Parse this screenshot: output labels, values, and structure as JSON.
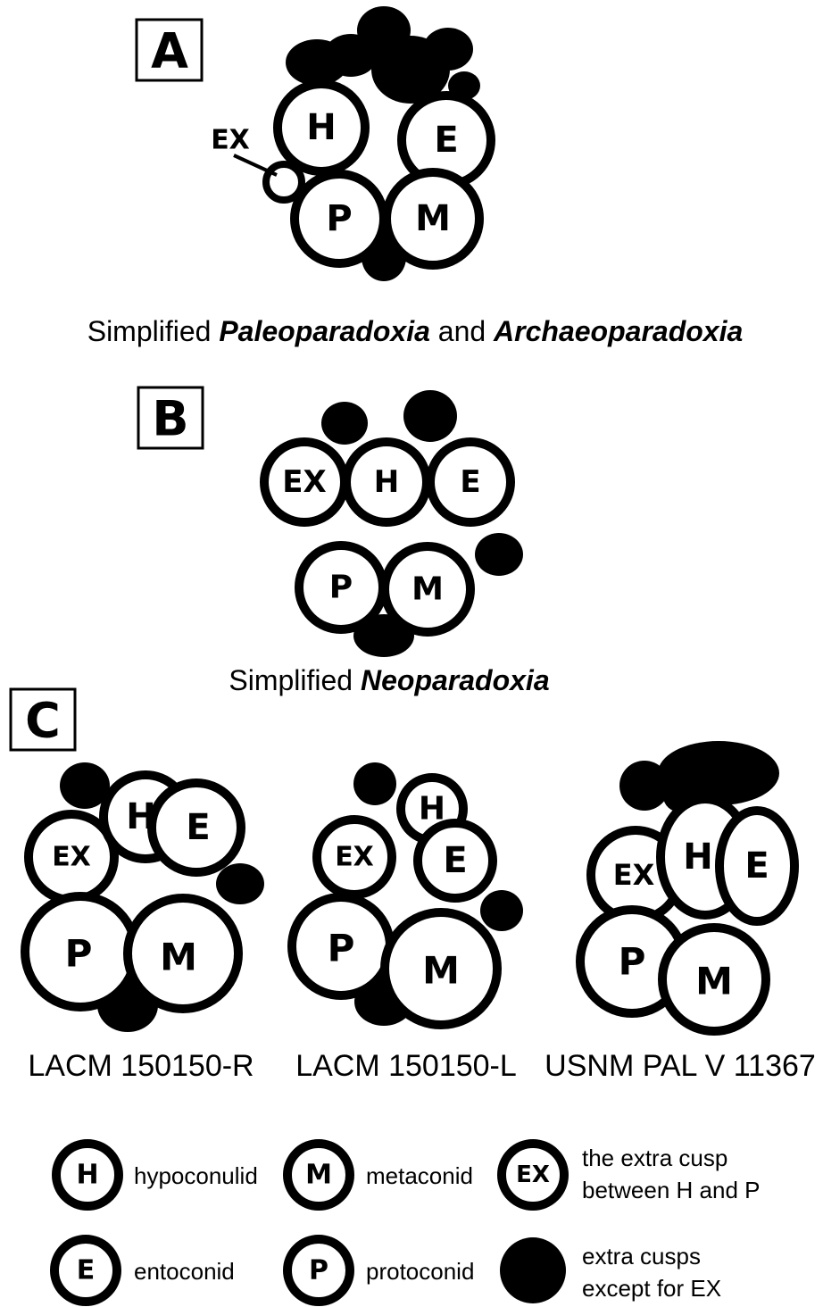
{
  "panels": {
    "a": {
      "letter": "A",
      "cusps": {
        "h": "H",
        "e": "E",
        "p": "P",
        "m": "M"
      },
      "ex_callout": "EX",
      "caption": {
        "prefix": "Simplified ",
        "taxon1": "Paleoparadoxia",
        "middle": " and ",
        "taxon2": "Archaeoparadoxia"
      }
    },
    "b": {
      "letter": "B",
      "cusps": {
        "ex": "EX",
        "h": "H",
        "e": "E",
        "p": "P",
        "m": "M"
      },
      "caption": {
        "prefix": "Simplified ",
        "taxon": "Neoparadoxia"
      }
    },
    "c": {
      "letter": "C",
      "specimens": [
        {
          "label": "LACM 150150-R",
          "cusps": {
            "ex": "EX",
            "h": "H",
            "e": "E",
            "p": "P",
            "m": "M"
          }
        },
        {
          "label": "LACM 150150-L",
          "cusps": {
            "ex": "EX",
            "h": "H",
            "e": "E",
            "p": "P",
            "m": "M"
          }
        },
        {
          "label": "USNM PAL V 11367",
          "cusps": {
            "ex": "EX",
            "h": "H",
            "e": "E",
            "p": "P",
            "m": "M"
          }
        }
      ]
    }
  },
  "legend": [
    {
      "symbol": "H",
      "text": [
        "hypoconulid"
      ]
    },
    {
      "symbol": "M",
      "text": [
        "metaconid"
      ]
    },
    {
      "symbol": "EX",
      "text": [
        "the extra cusp",
        "between H and P"
      ]
    },
    {
      "symbol": "E",
      "text": [
        "entoconid"
      ]
    },
    {
      "symbol": "P",
      "text": [
        "protoconid"
      ]
    },
    {
      "symbol": "",
      "text": [
        "extra cusps",
        "except for EX"
      ]
    }
  ]
}
